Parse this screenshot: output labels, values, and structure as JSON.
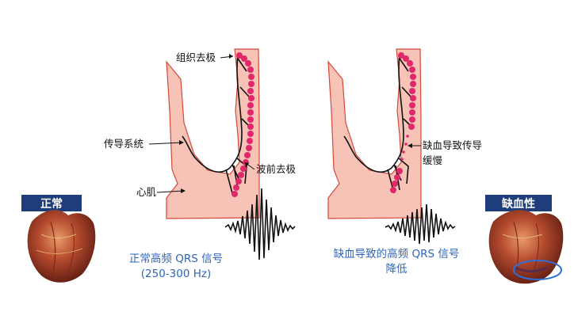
{
  "badges": {
    "normal": "正常",
    "ischemic": "缺血性"
  },
  "left_panel": {
    "label_depolarization": "组织去极",
    "label_conduction": "传导系统",
    "label_wavefront": "波前去极",
    "label_myocardium": "心肌",
    "caption_line1": "正常高频 QRS 信号",
    "caption_line2": "(250-300 Hz)"
  },
  "right_panel": {
    "label_slowing_line1": "缺血导致传导",
    "label_slowing_line2": "缓慢",
    "caption_line1": "缺血导致的高频 QRS 信号",
    "caption_line2": "降低"
  },
  "colors": {
    "tissue": "#f7c3b6",
    "tissue_edge": "#d14a3a",
    "dots": "#e0286a",
    "badge": "#1f3d7a",
    "caption": "#2e66b8",
    "ischemia_ring": "#2f6fd6"
  },
  "icons": {
    "heart_normal": "heart-normal-icon",
    "heart_ischemic": "heart-ischemic-icon"
  }
}
